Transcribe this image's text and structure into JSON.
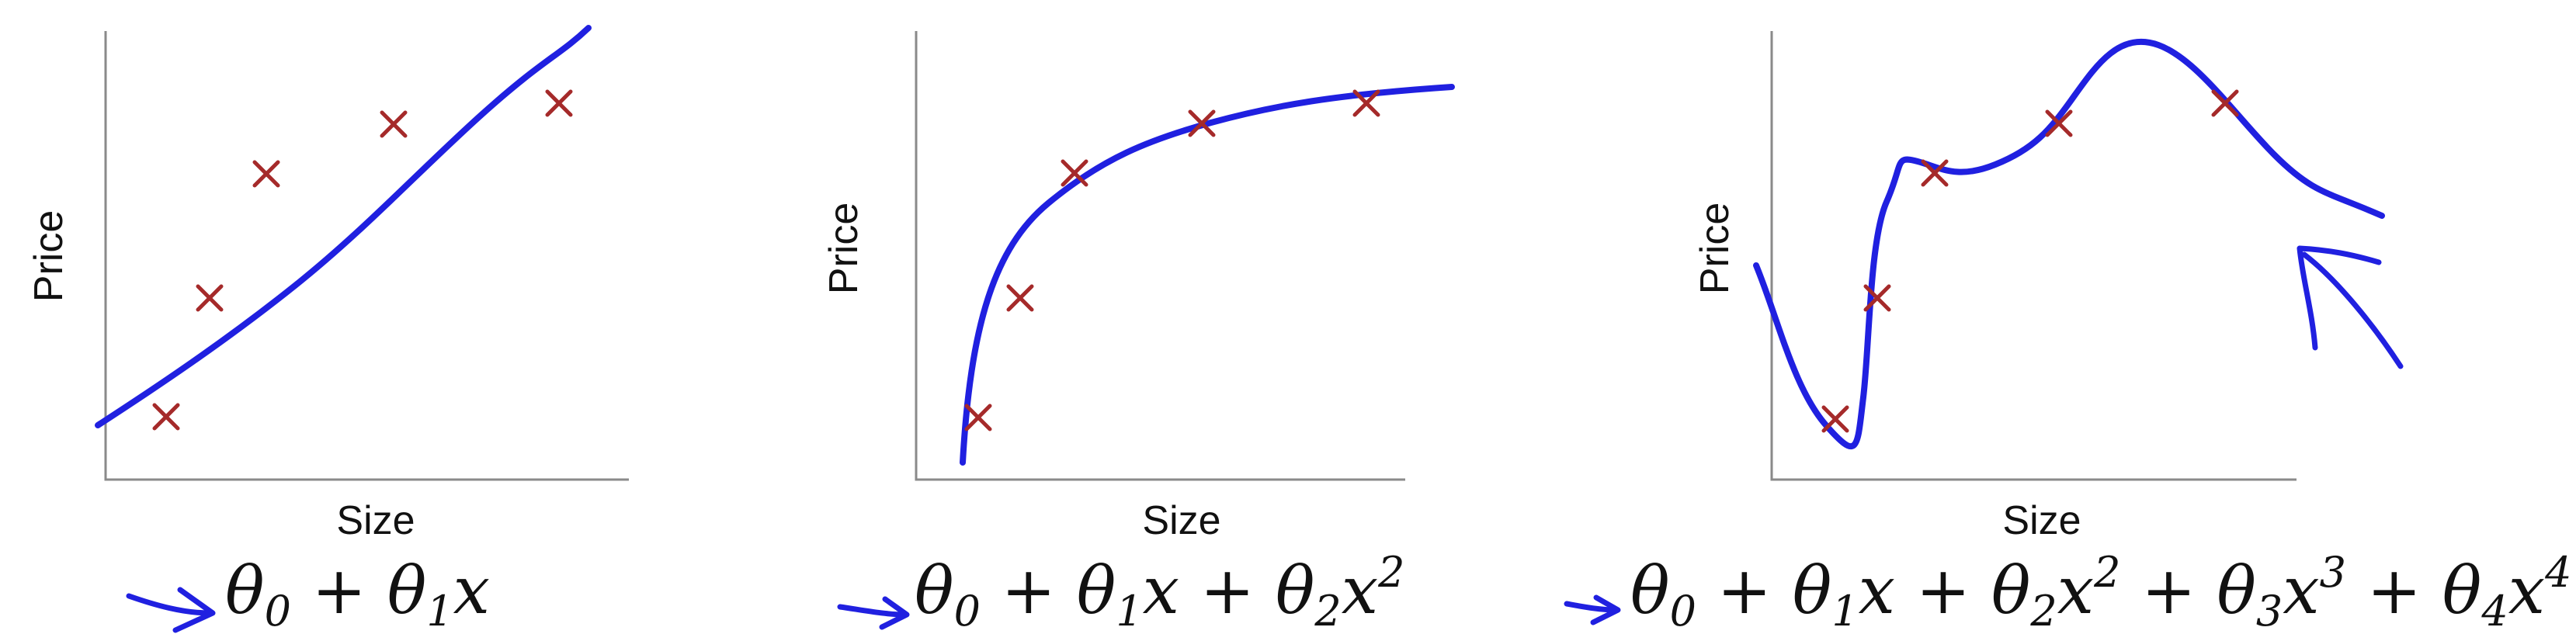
{
  "panels": [
    {
      "id": "linear",
      "xlabel": "Size",
      "ylabel": "Price",
      "formula": [
        {
          "t": "θ",
          "k": "v"
        },
        {
          "t": "0",
          "k": "sub"
        },
        {
          "t": " + ",
          "k": "op"
        },
        {
          "t": "θ",
          "k": "v"
        },
        {
          "t": "1",
          "k": "sub"
        },
        {
          "t": "x",
          "k": "v"
        }
      ]
    },
    {
      "id": "quadratic",
      "xlabel": "Size",
      "ylabel": "Price",
      "formula": [
        {
          "t": "θ",
          "k": "v"
        },
        {
          "t": "0",
          "k": "sub"
        },
        {
          "t": " + ",
          "k": "op"
        },
        {
          "t": "θ",
          "k": "v"
        },
        {
          "t": "1",
          "k": "sub"
        },
        {
          "t": "x",
          "k": "v"
        },
        {
          "t": " + ",
          "k": "op"
        },
        {
          "t": "θ",
          "k": "v"
        },
        {
          "t": "2",
          "k": "sub"
        },
        {
          "t": "x",
          "k": "v"
        },
        {
          "t": "2",
          "k": "sup"
        }
      ]
    },
    {
      "id": "quartic",
      "xlabel": "Size",
      "ylabel": "Price",
      "formula": [
        {
          "t": "θ",
          "k": "v"
        },
        {
          "t": "0",
          "k": "sub"
        },
        {
          "t": " + ",
          "k": "op"
        },
        {
          "t": "θ",
          "k": "v"
        },
        {
          "t": "1",
          "k": "sub"
        },
        {
          "t": "x",
          "k": "v"
        },
        {
          "t": " + ",
          "k": "op"
        },
        {
          "t": "θ",
          "k": "v"
        },
        {
          "t": "2",
          "k": "sub"
        },
        {
          "t": "x",
          "k": "v"
        },
        {
          "t": "2",
          "k": "sup"
        },
        {
          "t": " + ",
          "k": "op"
        },
        {
          "t": "θ",
          "k": "v"
        },
        {
          "t": "3",
          "k": "sub"
        },
        {
          "t": "x",
          "k": "v"
        },
        {
          "t": "3",
          "k": "sup"
        },
        {
          "t": " + ",
          "k": "op"
        },
        {
          "t": "θ",
          "k": "v"
        },
        {
          "t": "4",
          "k": "sub"
        },
        {
          "t": "x",
          "k": "v"
        },
        {
          "t": "4",
          "k": "sup"
        }
      ]
    }
  ],
  "colors": {
    "ink": "#2020e0",
    "data_mark": "#a52a2a",
    "axis": "#8a8a8a",
    "text": "#111111"
  },
  "icons": {
    "formula_pointer": "hand-drawn-arrow-icon",
    "data_mark": "x-mark-icon"
  }
}
